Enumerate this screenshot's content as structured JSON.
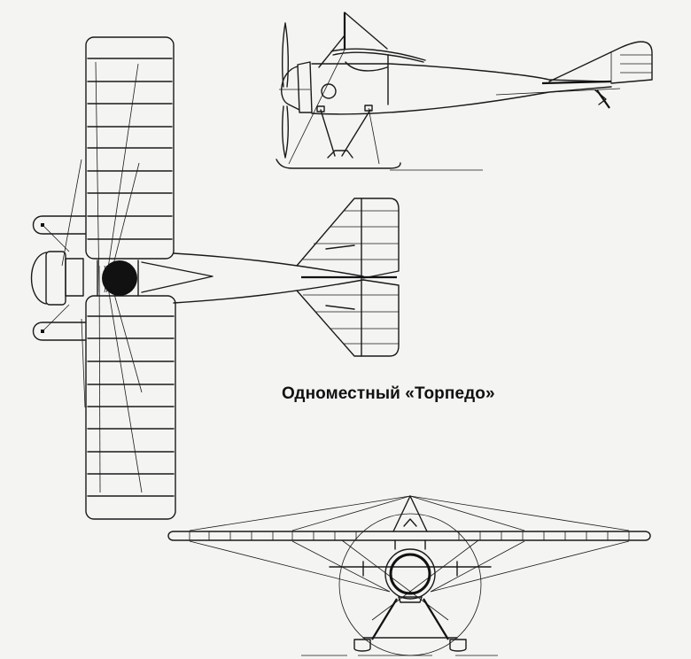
{
  "figure": {
    "caption": "Одноместный «Торпедо»",
    "views": [
      {
        "id": "side-view",
        "label": "Side view"
      },
      {
        "id": "top-view",
        "label": "Top (plan) view"
      },
      {
        "id": "front-view",
        "label": "Front view"
      }
    ],
    "colors": {
      "background": "#f4f4f2",
      "line": "#1a1a1a"
    }
  }
}
